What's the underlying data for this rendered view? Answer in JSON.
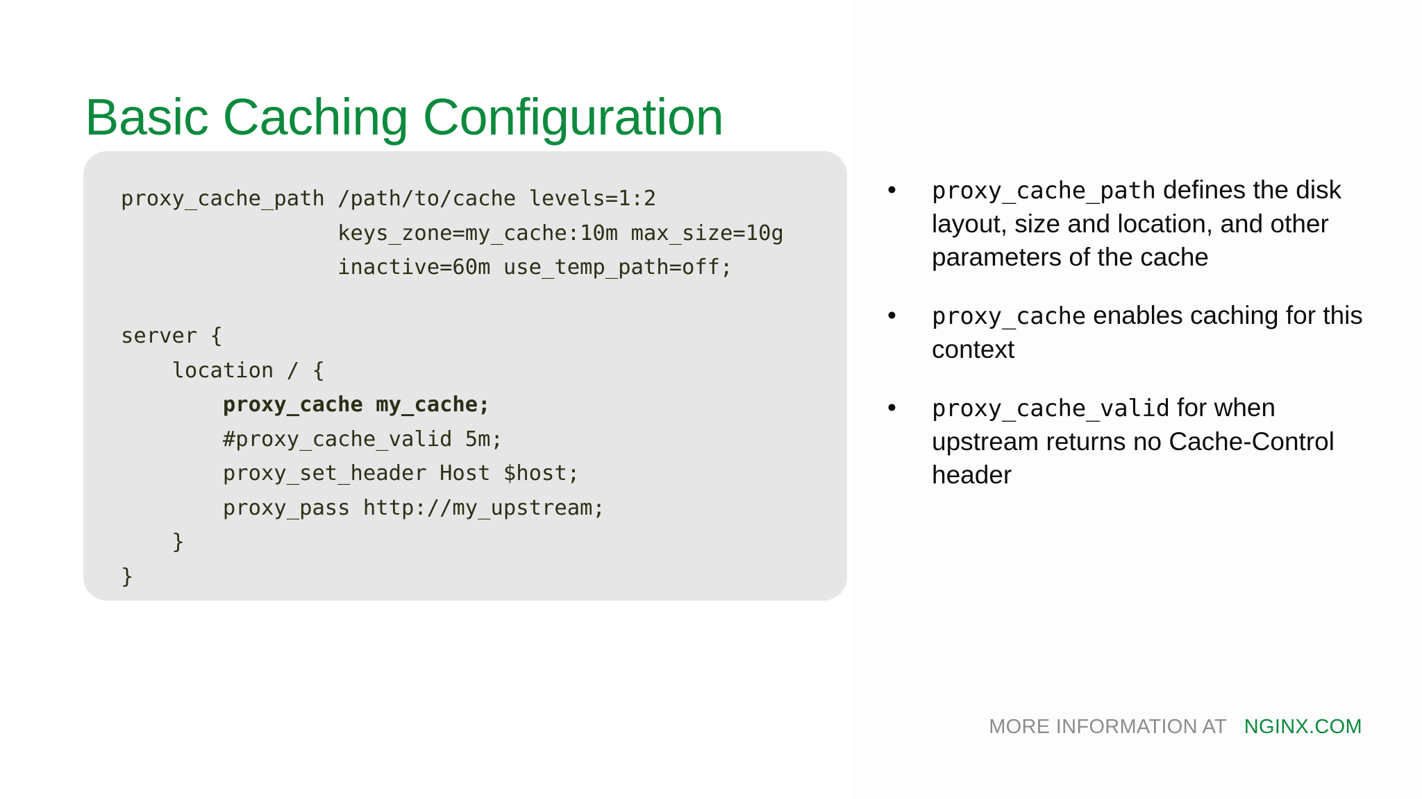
{
  "slide": {
    "title": "Basic Caching Configuration",
    "title_color": "#0b8a3d",
    "background_color": "#ffffff"
  },
  "code_card": {
    "background_color": "#e6e6e6",
    "text_color": "#2b2f17",
    "lines": [
      {
        "text": "proxy_cache_path /path/to/cache levels=1:2",
        "bold": false
      },
      {
        "text": "                 keys_zone=my_cache:10m max_size=10g",
        "bold": false
      },
      {
        "text": "                 inactive=60m use_temp_path=off;",
        "bold": false
      },
      {
        "text": "",
        "bold": false
      },
      {
        "text": "server {",
        "bold": false
      },
      {
        "text": "    location / {",
        "bold": false
      },
      {
        "text": "        proxy_cache my_cache;",
        "bold": true
      },
      {
        "text": "        #proxy_cache_valid 5m;",
        "bold": false
      },
      {
        "text": "        proxy_set_header Host $host;",
        "bold": false
      },
      {
        "text": "        proxy_pass http://my_upstream;",
        "bold": false
      },
      {
        "text": "    }",
        "bold": false
      },
      {
        "text": "}",
        "bold": false
      }
    ]
  },
  "bullets": {
    "marker": "•",
    "items": [
      {
        "code": "proxy_cache_path",
        "rest": " defines the disk layout, size and location, and other parameters of the cache"
      },
      {
        "code": "proxy_cache",
        "rest": " enables caching for this context"
      },
      {
        "code": "proxy_cache_valid",
        "rest": " for when upstream returns no Cache-Control header"
      }
    ]
  },
  "footer": {
    "label": "MORE INFORMATION AT",
    "link": "NGINX.COM",
    "label_color": "#8c8c8c",
    "link_color": "#0b8a3d"
  }
}
